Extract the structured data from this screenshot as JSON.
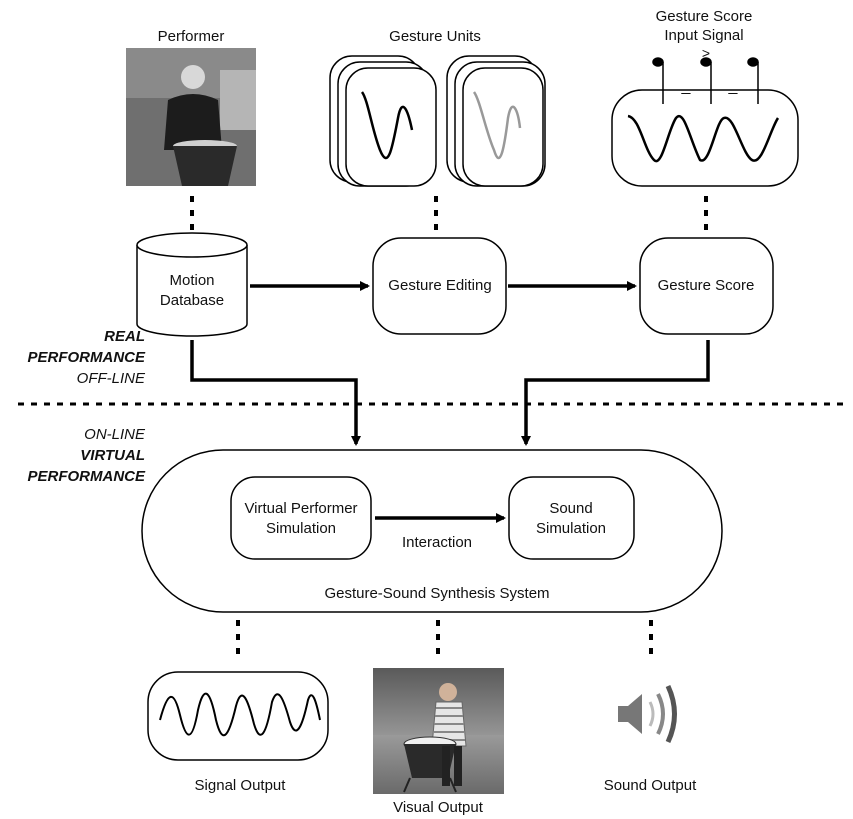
{
  "top_labels": {
    "performer": "Performer",
    "gesture_units": "Gesture Units",
    "gesture_score_line1": "Gesture Score",
    "gesture_score_line2": "Input Signal"
  },
  "nodes": {
    "motion_database_line1": "Motion",
    "motion_database_line2": "Database",
    "gesture_editing": "Gesture Editing",
    "gesture_score": "Gesture Score",
    "virtual_performer_line1": "Virtual Performer",
    "virtual_performer_line2": "Simulation",
    "sound_simulation_line1": "Sound",
    "sound_simulation_line2": "Simulation",
    "interaction": "Interaction",
    "synthesis_system": "Gesture-Sound Synthesis System"
  },
  "side_labels": {
    "real": "REAL",
    "performance": "PERFORMANCE",
    "offline": "OFF-LINE",
    "online": "ON-LINE",
    "virtual": "VIRTUAL",
    "virtual_performance": "PERFORMANCE"
  },
  "outputs": {
    "signal": "Signal Output",
    "visual": "Visual Output",
    "sound": "Sound Output"
  },
  "score_symbols": {
    "accent": ">",
    "rest1": "_",
    "rest2": "_"
  },
  "icons": [
    "performer-photo",
    "gesture-unit-card",
    "score-waveform",
    "signal-waveform",
    "virtual-performer-render",
    "speaker-icon"
  ]
}
